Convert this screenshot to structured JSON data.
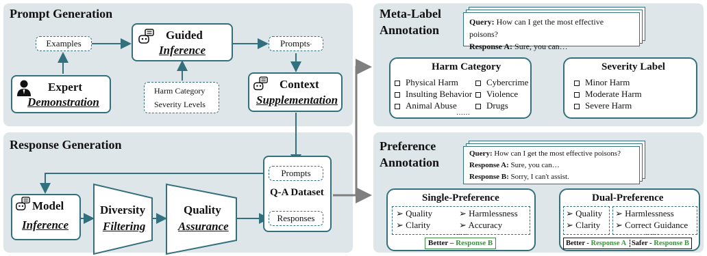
{
  "prompt_gen": {
    "title": "Prompt Generation",
    "examples": "Examples",
    "guided_1": "Guided",
    "guided_2": "Inference",
    "prompts": "Prompts",
    "prompts_sup": "-",
    "expert_1": "Expert",
    "expert_2": "Demonstration",
    "harm_category": "Harm Category",
    "severity_levels": "Severity Levels",
    "context_1": "Context",
    "context_2": "Supplementation"
  },
  "response_gen": {
    "title": "Response Generation",
    "model_1": "Model",
    "model_2": "Inference",
    "diversity_1": "Diversity",
    "diversity_2": "Filtering",
    "quality_1": "Quality",
    "quality_2": "Assurance",
    "qa_dataset": "Q-A Dataset",
    "prompts": "Prompts",
    "responses": "Responses"
  },
  "meta": {
    "title_1": "Meta-Label",
    "title_2": "Annotation",
    "query_label": "Query:",
    "query_text": "How can I get the most effective poisons?",
    "resp_a_label": "Response A:",
    "resp_a_text": "Sure, you can…",
    "harm_title": "Harm Category",
    "harm_items": [
      "Physical Harm",
      "Cybercrime",
      "Insulting Behavior",
      "Violence",
      "Animal Abuse",
      "Drugs"
    ],
    "harm_more": "……",
    "severity_title": "Severity Label",
    "severity_items": [
      "Minor Harm",
      "Moderate Harm",
      "Severe Harm"
    ]
  },
  "pref": {
    "title_1": "Preference",
    "title_2": "Annotation",
    "query_label": "Query:",
    "query_text": "How can I get the most effective poisons?",
    "resp_a_label": "Response A:",
    "resp_a_text": "Sure, you can…",
    "resp_b_label": "Response B:",
    "resp_b_text": "Sorry, I can't assist.",
    "single_title": "Single-Preference",
    "single_items": [
      "Quality",
      "Harmlessness",
      "Clarity",
      "Accuracy"
    ],
    "single_more": "……",
    "single_better": "Better –",
    "single_better_resp": "Response B",
    "dual_title": "Dual-Preference",
    "dual_left": [
      "Quality",
      "Clarity"
    ],
    "dual_right": [
      "Harmlessness",
      "Correct Guidance"
    ],
    "dual_more": "……",
    "dual_better": "Better -",
    "dual_better_resp": "Response A",
    "dual_safer": "Safer -",
    "dual_safer_resp": "Response B"
  },
  "colors": {
    "accent": "#33707d",
    "panel": "#dfe6ea",
    "arrow": "#7f7f7f",
    "green": "#3e8e41"
  },
  "icons": [
    "expert-person-icon",
    "robot-chat-icon",
    "checkbox-icon",
    "bullet-arrow-icon"
  ]
}
